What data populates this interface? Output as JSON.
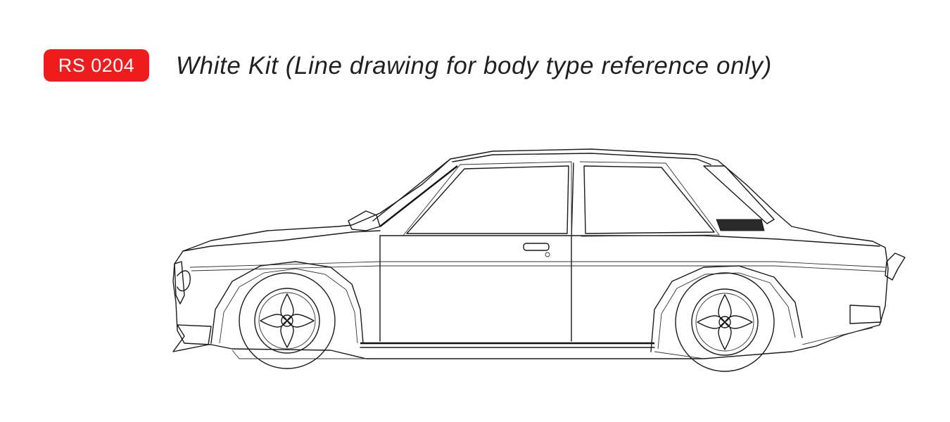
{
  "header": {
    "code_badge": "RS 0204",
    "caption": "White Kit  (Line drawing for body type reference only)",
    "badge_color": "#ee1c1c"
  },
  "drawing": {
    "icon": "car-side-line-drawing"
  }
}
